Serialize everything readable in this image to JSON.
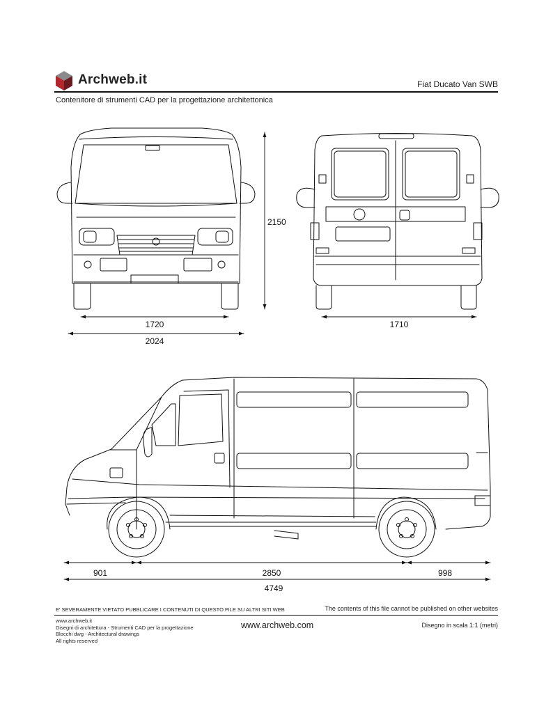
{
  "header": {
    "brand": "Archweb.it",
    "drawing_title": "Fiat Ducato Van SWB",
    "subtitle": "Contenitore di strumenti CAD per la progettazione architettonica"
  },
  "dimensions": {
    "front_width_inner": "1720",
    "front_width_outer": "2024",
    "height": "2150",
    "rear_width": "1710",
    "front_overhang": "901",
    "wheelbase": "2850",
    "rear_overhang": "998",
    "total_length": "4749"
  },
  "footer": {
    "warning_it": "E' SEVERAMENTE VIETATO PUBBLICARE I CONTENUTI DI QUESTO FILE SU ALTRI SITI WEB",
    "warning_en": "The contents of this file cannot be published on other websites",
    "lines": [
      "www.archweb.it",
      "Disegni di architettura - Strumenti CAD  per la progettazione",
      "Blocchi dwg - Architectural drawings",
      "All rights reserved"
    ],
    "url": "www.archweb.com",
    "scale": "Disegno in scala 1:1 (metri)"
  },
  "colors": {
    "logo_dark": "#6b1a1f",
    "logo_red": "#b3262c",
    "logo_grey": "#8a8a8a",
    "line": "#111111"
  }
}
